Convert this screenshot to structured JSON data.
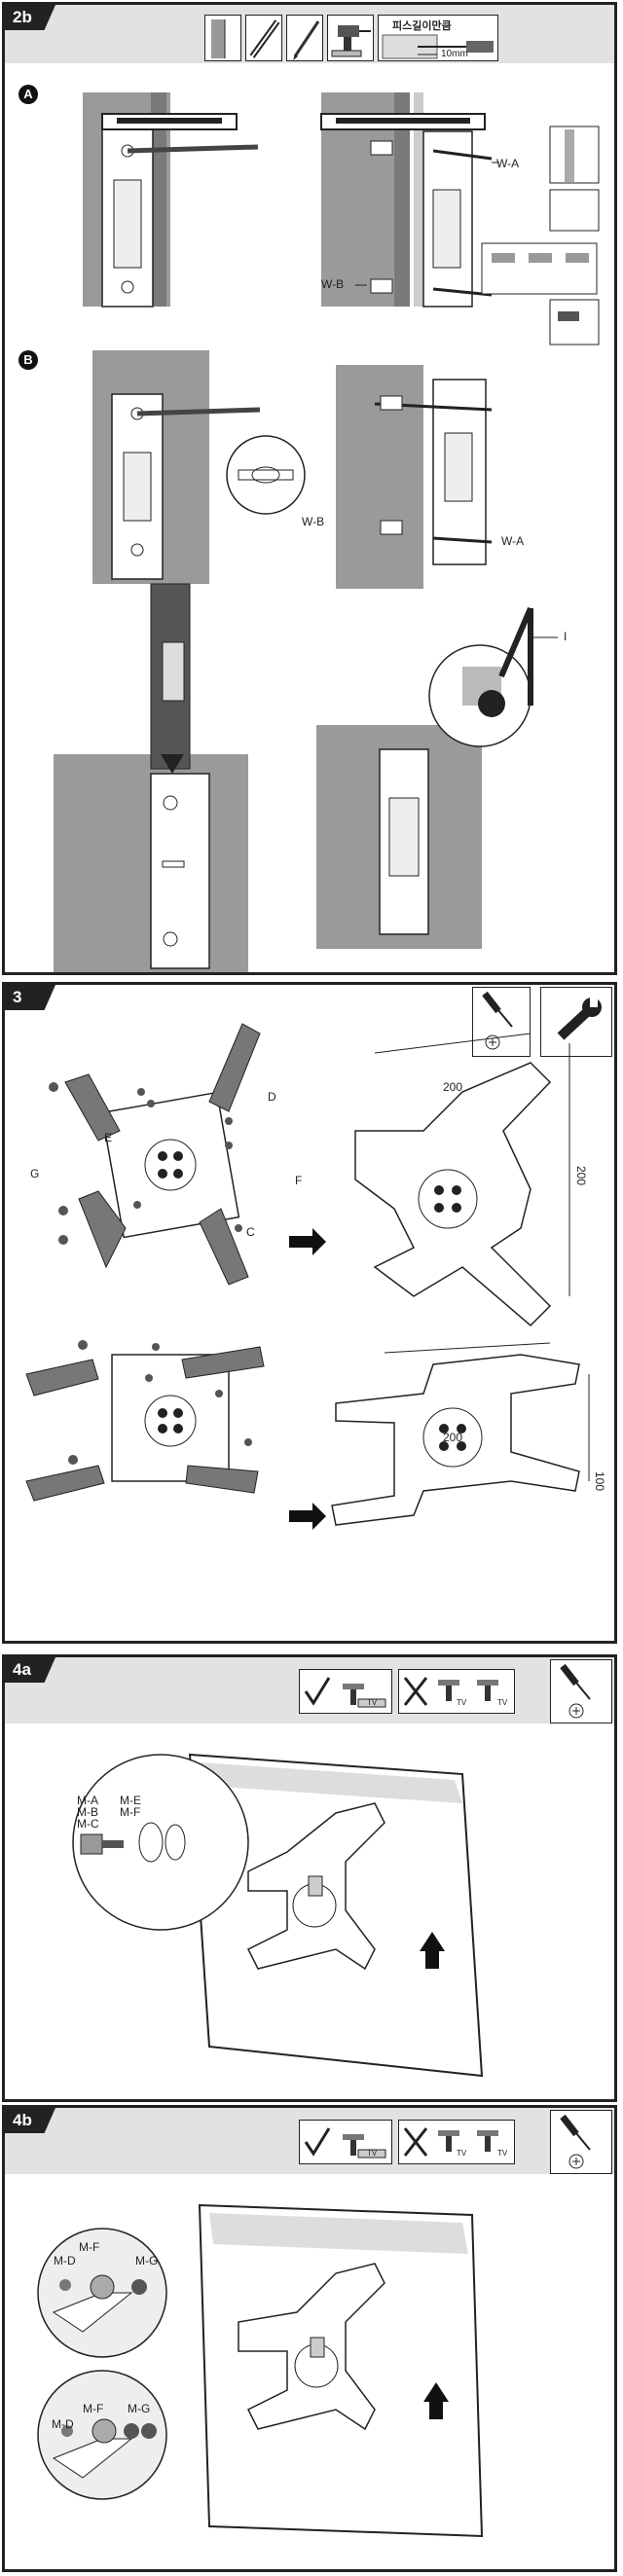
{
  "step_2b": {
    "tag": "2b",
    "drill_depth_text": "피스길이만큼",
    "drill_depth_mm": "10mm",
    "section_a": "A",
    "section_b": "B",
    "labels": {
      "wa": "W-A",
      "wb": "W-B",
      "i": "I"
    }
  },
  "step_3": {
    "tag": "3",
    "labels": {
      "c": "C",
      "d": "D",
      "e": "E",
      "f": "F",
      "g": "G"
    },
    "dims_top": {
      "width": "200",
      "height": "200"
    },
    "dims_bottom": {
      "width": "200",
      "height": "100"
    }
  },
  "step_4a": {
    "tag": "4a",
    "labels": {
      "ma": "M-A",
      "mb": "M-B",
      "mc": "M-C",
      "me": "M-E",
      "mf": "M-F"
    },
    "tv_label": "TV"
  },
  "step_4b": {
    "tag": "4b",
    "labels": {
      "md1": "M-D",
      "mf1": "M-F",
      "mg1": "M-G",
      "mf2": "M-F",
      "md2": "M-D",
      "mg2": "M-G"
    },
    "tv_label": "TV"
  },
  "icons": [
    "screwdriver-icon",
    "wrench-icon",
    "drill-icon",
    "level-icon",
    "pencil-icon",
    "hammer-icon",
    "check-icon",
    "cross-icon",
    "arrow-right-icon",
    "arrow-up-icon"
  ]
}
